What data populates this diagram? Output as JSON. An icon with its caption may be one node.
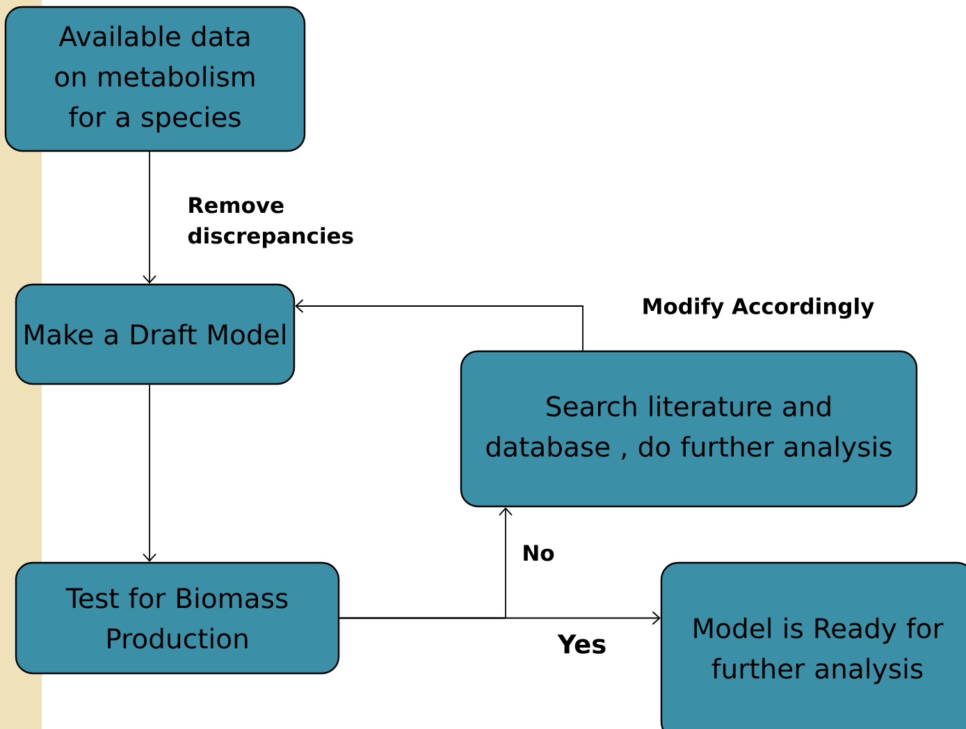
{
  "diagram": {
    "nodes": [
      {
        "text": [
          "Available data on metabolism for a species"
        ]
      },
      {
        "text": [
          "Make a Draft Model"
        ]
      },
      {
        "text": [
          "Test for Biomass Production"
        ]
      },
      {
        "text": [
          "Search literature and database , do further analysis"
        ]
      },
      {
        "text": [
          "Model is Ready for further analysis"
        ]
      }
    ],
    "edges": [
      {
        "from": 0,
        "to": 1,
        "arrow": "to",
        "label": "Remove discrepancies"
      },
      {
        "from": 1,
        "to": 2,
        "arrow": "to"
      },
      {
        "from": 2,
        "to": 3,
        "arrow": "to",
        "label": "No"
      },
      {
        "from": 2,
        "to": 4,
        "arrow": "to",
        "label": "Yes"
      },
      {
        "from": 3,
        "to": 1,
        "arrow": "to",
        "label": "Modify Accordingly"
      }
    ]
  }
}
